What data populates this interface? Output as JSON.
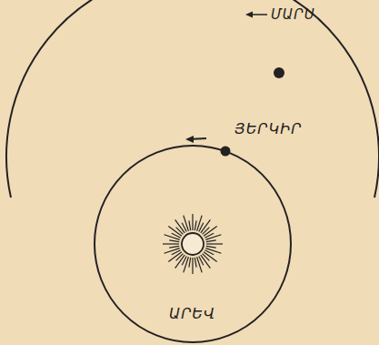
{
  "diagram": {
    "labels": [
      "ՄԱՐՍ",
      "ՅԵՐԿԻՐ",
      "ԱՐԵՎ"
    ]
  }
}
